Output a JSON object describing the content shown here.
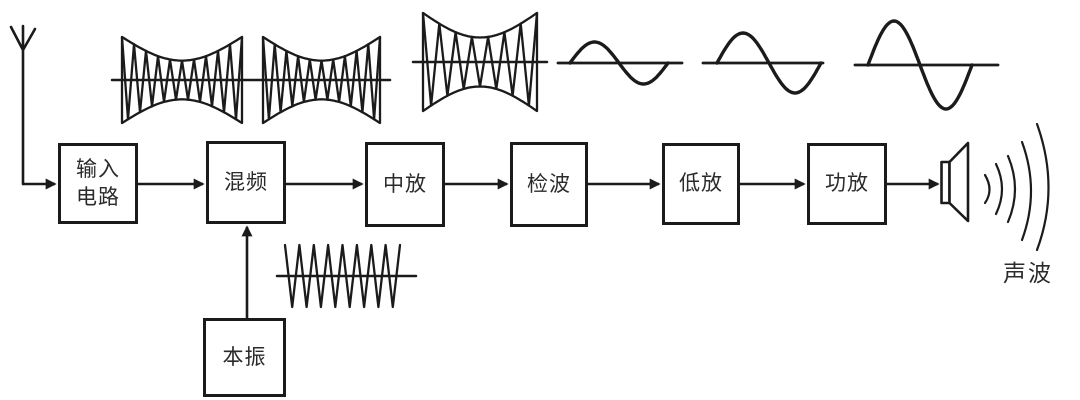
{
  "diagram": {
    "background_color": "#ffffff",
    "line_color": "#1b1b1b",
    "blocks": [
      {
        "id": "input-circuit",
        "label": "输入电路"
      },
      {
        "id": "mixer",
        "label": "混频"
      },
      {
        "id": "if-amplifier",
        "label": "中放"
      },
      {
        "id": "detector",
        "label": "检波"
      },
      {
        "id": "lf-amplifier",
        "label": "低放"
      },
      {
        "id": "power-amplifier",
        "label": "功放"
      },
      {
        "id": "local-oscillator",
        "label": "本振"
      }
    ],
    "output_label": "声波",
    "icons": {
      "antenna": "antenna-icon",
      "speaker": "speaker-icon",
      "sound_waves": "sound-wave-arcs-icon"
    },
    "waveforms": [
      {
        "id": "rf-am-wave-1",
        "type": "amplitude-modulated"
      },
      {
        "id": "rf-am-wave-2",
        "type": "amplitude-modulated"
      },
      {
        "id": "if-am-wave",
        "type": "amplitude-modulated"
      },
      {
        "id": "detected-audio-wave",
        "type": "sine"
      },
      {
        "id": "lf-audio-wave",
        "type": "sine"
      },
      {
        "id": "amplified-audio-wave",
        "type": "sine"
      },
      {
        "id": "local-oscillator-wave",
        "type": "constant-amplitude-carrier"
      }
    ]
  }
}
